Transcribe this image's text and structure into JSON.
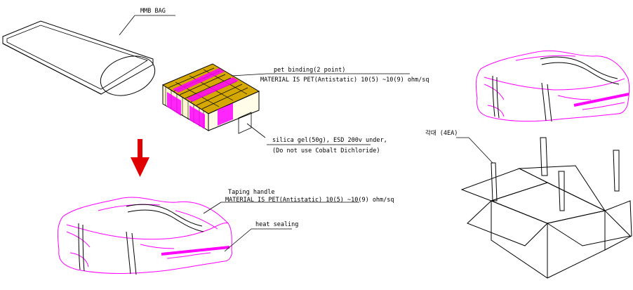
{
  "labels": {
    "mmb_bag": "MMB BAG",
    "pet_binding": "pet binding(2 point)",
    "material_top": "MATERIAL IS PET(Antistatic) 10(5) ~10(9) ohm/sq",
    "silica_line1": "silica gel(50g), ESD 200v under,",
    "silica_line2": "(Do not use Cobalt Dichloride)",
    "taping_handle": "Taping handle",
    "material_bottom": "MATERIAL IS PET(Antistatic) 10(5) ~10(9) ohm/sq",
    "heat_sealing": "heat sealing",
    "corner_guard": "각대 (4EA)"
  },
  "colors": {
    "line": "#000000",
    "wrap": "#ff00ff",
    "arrow": "#e00000",
    "tray_fill": "#d4a800"
  }
}
